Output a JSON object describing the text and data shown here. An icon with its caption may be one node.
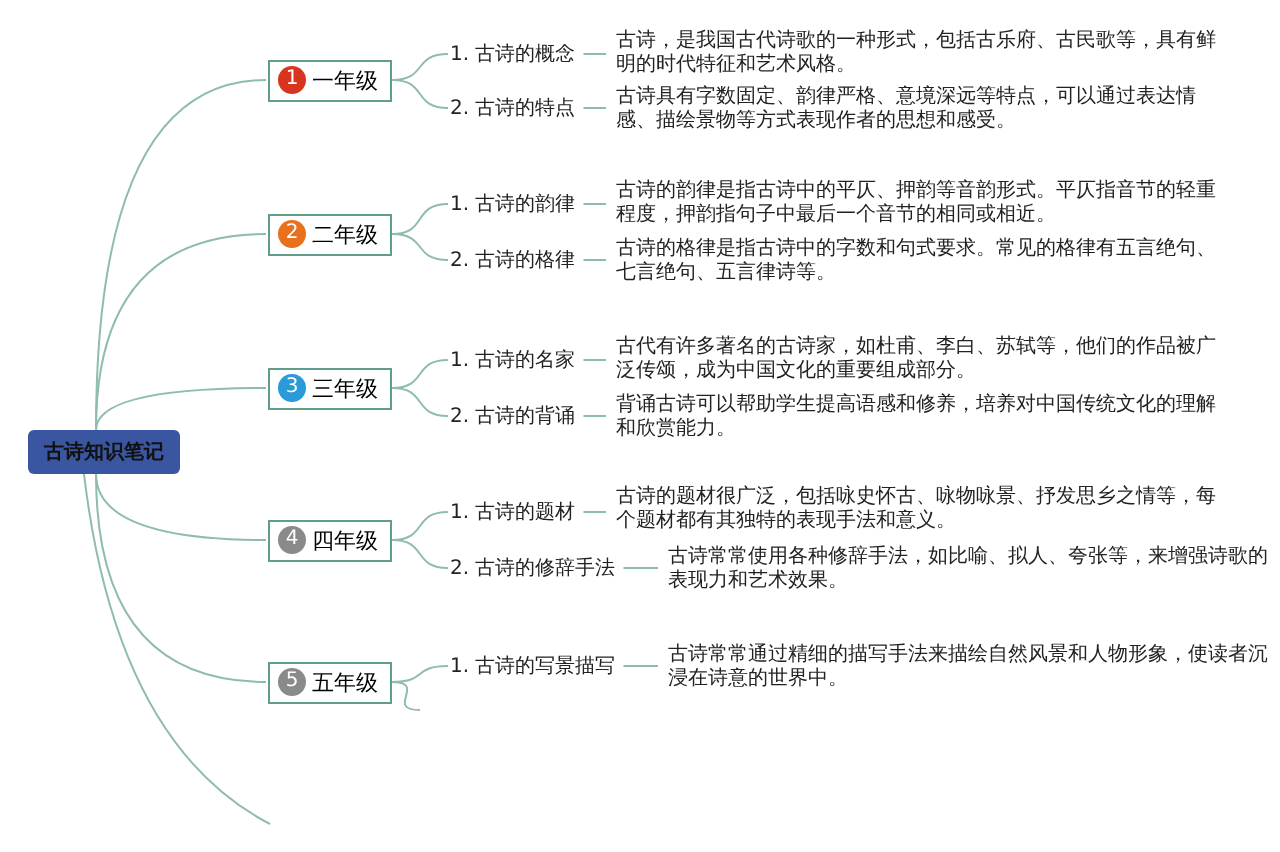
{
  "diagram": {
    "nodes": [
      {
        "text": [
          "古诗知识笔记"
        ]
      },
      {
        "text": [
          "1",
          "一年级"
        ]
      },
      {
        "text": [
          "1. 古诗的概念"
        ]
      },
      {
        "text": [
          "古诗，是我国古代诗歌的一种形式，包括古乐府、古民歌等，具有鲜明的时代特征和艺术风格。"
        ]
      },
      {
        "text": [
          "2. 古诗的特点"
        ]
      },
      {
        "text": [
          "古诗具有字数固定、韵律严格、意境深远等特点，可以通过表达情感、描绘景物等方式表现作者的思想和感受。"
        ]
      },
      {
        "text": [
          "2",
          "二年级"
        ]
      },
      {
        "text": [
          "1. 古诗的韵律"
        ]
      },
      {
        "text": [
          "古诗的韵律是指古诗中的平仄、押韵等音韵形式。平仄指音节的轻重程度，押韵指句子中最后一个音节的相同或相近。"
        ]
      },
      {
        "text": [
          "2. 古诗的格律"
        ]
      },
      {
        "text": [
          "古诗的格律是指古诗中的字数和句式要求。常见的格律有五言绝句、七言绝句、五言律诗等。"
        ]
      },
      {
        "text": [
          "3",
          "三年级"
        ]
      },
      {
        "text": [
          "1. 古诗的名家"
        ]
      },
      {
        "text": [
          "古代有许多著名的古诗家，如杜甫、李白、苏轼等，他们的作品被广泛传颂，成为中国文化的重要组成部分。"
        ]
      },
      {
        "text": [
          "2. 古诗的背诵"
        ]
      },
      {
        "text": [
          "背诵古诗可以帮助学生提高语感和修养，培养对中国传统文化的理解和欣赏能力。"
        ]
      },
      {
        "text": [
          "4",
          "四年级"
        ]
      },
      {
        "text": [
          "1. 古诗的题材"
        ]
      },
      {
        "text": [
          "古诗的题材很广泛，包括咏史怀古、咏物咏景、抒发思乡之情等，每个题材都有其独特的表现手法和意义。"
        ]
      },
      {
        "text": [
          "2. 古诗的修辞手法"
        ]
      },
      {
        "text": [
          "古诗常常使用各种修辞手法，如比喻、拟人、夸张等，来增强诗歌的表现力和艺术效果。"
        ]
      },
      {
        "text": [
          "5",
          "五年级"
        ]
      },
      {
        "text": [
          "1. 古诗的写景描写"
        ]
      },
      {
        "text": [
          "古诗常常通过精细的描写手法来描绘自然风景和人物形象，使读者沉浸在诗意的世界中。"
        ]
      }
    ],
    "edges": [
      {
        "from": 0,
        "to": 1,
        "arrow": "none"
      },
      {
        "from": 0,
        "to": 6,
        "arrow": "none"
      },
      {
        "from": 0,
        "to": 11,
        "arrow": "none"
      },
      {
        "from": 0,
        "to": 16,
        "arrow": "none"
      },
      {
        "from": 0,
        "to": 21,
        "arrow": "none"
      },
      {
        "from": 0,
        "to": null,
        "arrow": "none"
      },
      {
        "from": 1,
        "to": 2,
        "arrow": "none"
      },
      {
        "from": 1,
        "to": 4,
        "arrow": "none"
      },
      {
        "from": 2,
        "to": 3,
        "arrow": "none"
      },
      {
        "from": 4,
        "to": 5,
        "arrow": "none"
      },
      {
        "from": 6,
        "to": 7,
        "arrow": "none"
      },
      {
        "from": 6,
        "to": 9,
        "arrow": "none"
      },
      {
        "from": 7,
        "to": 8,
        "arrow": "none"
      },
      {
        "from": 9,
        "to": 10,
        "arrow": "none"
      },
      {
        "from": 11,
        "to": 12,
        "arrow": "none"
      },
      {
        "from": 11,
        "to": 14,
        "arrow": "none"
      },
      {
        "from": 12,
        "to": 13,
        "arrow": "none"
      },
      {
        "from": 14,
        "to": 15,
        "arrow": "none"
      },
      {
        "from": 16,
        "to": 17,
        "arrow": "none"
      },
      {
        "from": 16,
        "to": 19,
        "arrow": "none"
      },
      {
        "from": 17,
        "to": 18,
        "arrow": "none"
      },
      {
        "from": 19,
        "to": 20,
        "arrow": "none"
      },
      {
        "from": 21,
        "to": 22,
        "arrow": "none"
      },
      {
        "from": 21,
        "to": null,
        "arrow": "none"
      },
      {
        "from": 22,
        "to": 23,
        "arrow": "none"
      }
    ]
  }
}
